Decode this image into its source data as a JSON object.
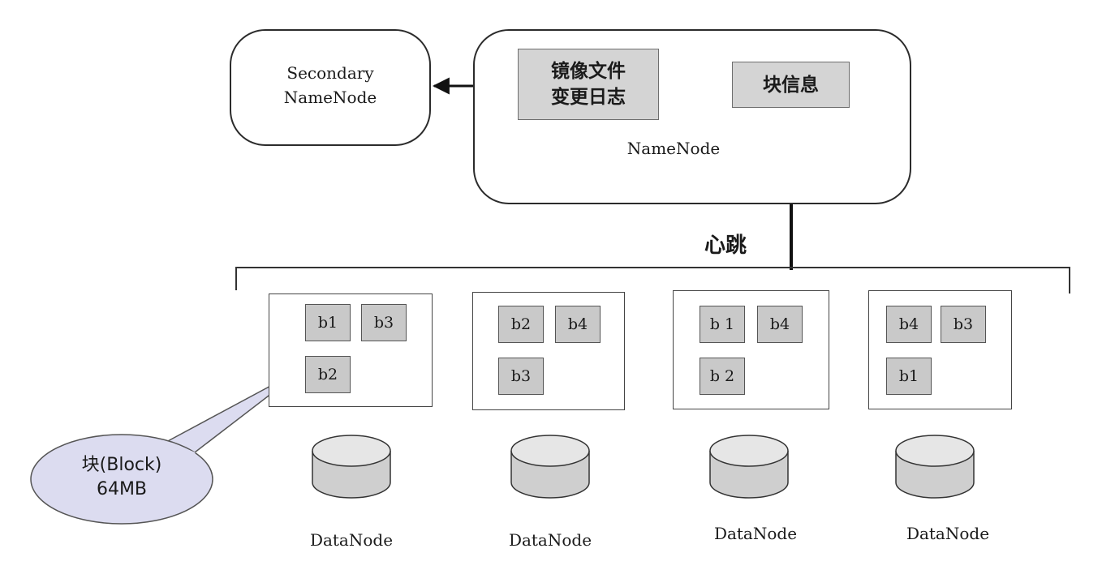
{
  "secondary_namenode": {
    "label_line1": "Secondary",
    "label_line2": "NameNode"
  },
  "namenode": {
    "label": "NameNode",
    "image_log_line1": "镜像文件",
    "image_log_line2": "变更日志",
    "block_info": "块信息"
  },
  "heartbeat_label": "心跳",
  "datanodes": [
    {
      "label": "DataNode",
      "blocks": [
        "b1",
        "b3",
        "b2"
      ]
    },
    {
      "label": "DataNode",
      "blocks": [
        "b2",
        "b4",
        "b3"
      ]
    },
    {
      "label": "DataNode",
      "blocks": [
        "b 1",
        "b4",
        "b 2"
      ]
    },
    {
      "label": "DataNode",
      "blocks": [
        "b4",
        "b3",
        "b1"
      ]
    }
  ],
  "callout": {
    "line1": "块(Block)",
    "line2": "64MB"
  },
  "colors": {
    "block_fill": "#c9c9c9",
    "callout_fill": "#dcdcf0",
    "stroke": "#2b2b2b"
  }
}
